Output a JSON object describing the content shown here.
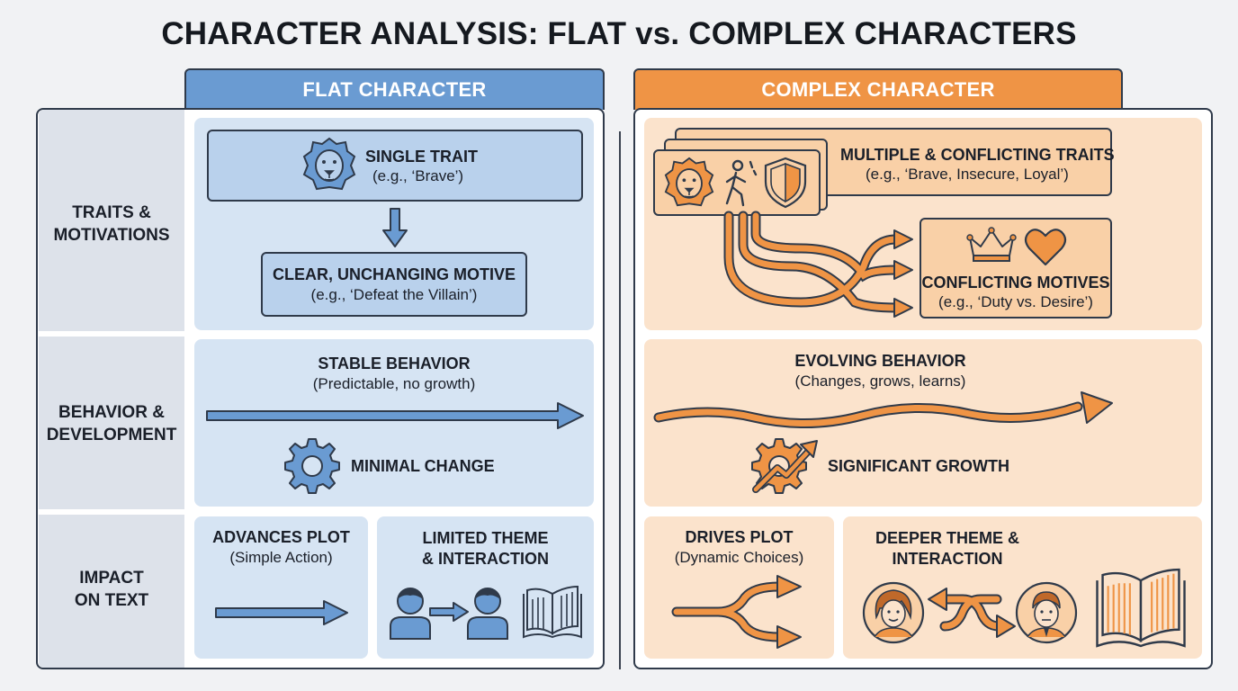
{
  "title": "CHARACTER ANALYSIS: FLAT vs. COMPLEX CHARACTERS",
  "headers": {
    "flat": "FLAT CHARACTER",
    "complex": "COMPLEX CHARACTER"
  },
  "rows": {
    "traits": {
      "line1": "TRAITS &",
      "line2": "MOTIVATIONS"
    },
    "behavior": {
      "line1": "BEHAVIOR &",
      "line2": "DEVELOPMENT"
    },
    "impact": {
      "line1": "IMPACT",
      "line2": "ON TEXT"
    }
  },
  "flat": {
    "trait": {
      "title": "SINGLE TRAIT",
      "example": "(e.g., ‘Brave’)"
    },
    "motive": {
      "title": "CLEAR, UNCHANGING MOTIVE",
      "example": "(e.g., ‘Defeat the Villain’)"
    },
    "behavior": {
      "title": "STABLE BEHAVIOR",
      "example": "(Predictable, no growth)",
      "change": "MINIMAL CHANGE"
    },
    "plot": {
      "title": "ADVANCES PLOT",
      "example": "(Simple Action)"
    },
    "theme": {
      "line1": "LIMITED THEME",
      "line2": "& INTERACTION"
    }
  },
  "complex": {
    "traits": {
      "title": "MULTIPLE & CONFLICTING TRAITS",
      "example": "(e.g., ‘Brave, Insecure, Loyal’)"
    },
    "motives": {
      "title": "CONFLICTING MOTIVES",
      "example": "(e.g., ‘Duty vs. Desire’)"
    },
    "behavior": {
      "title": "EVOLVING BEHAVIOR",
      "example": "(Changes, grows, learns)",
      "change": "SIGNIFICANT GROWTH"
    },
    "plot": {
      "title": "DRIVES PLOT",
      "example": "(Dynamic Choices)"
    },
    "theme": {
      "line1": "DEEPER THEME &",
      "line2": "INTERACTION"
    }
  },
  "icons": {
    "lion": "lion-icon",
    "gear": "gear-icon",
    "growth_gear": "growth-gear-icon",
    "person": "person-icon",
    "book": "book-icon",
    "shield": "shield-icon",
    "walker": "walking-person-icon",
    "crown": "crown-icon",
    "heart": "heart-icon",
    "woman": "woman-avatar-icon",
    "man": "man-avatar-icon"
  },
  "colors": {
    "flat_accent": "#6a9bd2",
    "complex_accent": "#ef9445",
    "outline": "#2f3a4a"
  }
}
